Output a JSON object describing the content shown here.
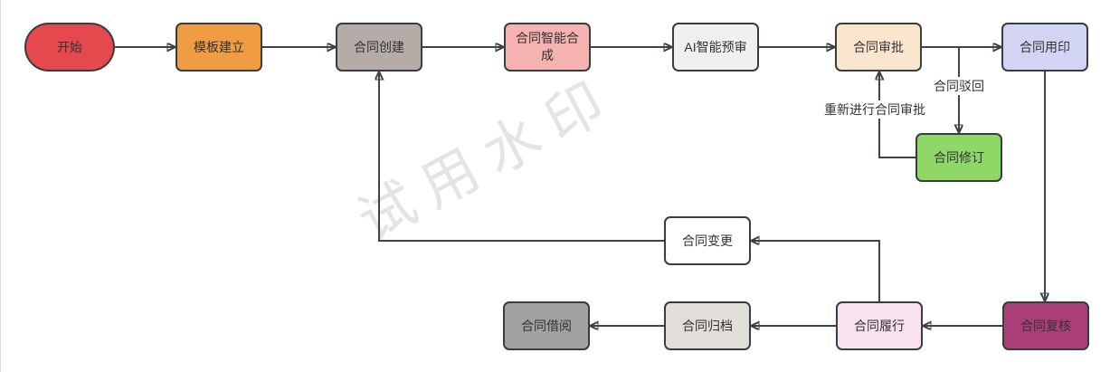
{
  "flow": {
    "watermark": {
      "text": "试用水印"
    },
    "colors": {
      "canvas_bg": "#ffffff",
      "node_border": "#383d42",
      "edge_line": "#3e4347",
      "node_text": "#333333",
      "edge_label_text": "#333333",
      "watermark_text": "#e4e4e4"
    },
    "nodes": {
      "start": {
        "label": "开始",
        "fill": "#e5494d"
      },
      "template_setup": {
        "label": "模板建立",
        "fill": "#ef9c42"
      },
      "contract_create": {
        "label": "合同创建",
        "fill": "#b6aca7"
      },
      "smart_compose": {
        "label": "合同智能合成",
        "fill": "#f5b2b0"
      },
      "ai_precheck": {
        "label": "AI智能预审",
        "fill": "#f0f0ef"
      },
      "approval": {
        "label": "合同审批",
        "fill": "#fae6cf"
      },
      "sealing": {
        "label": "合同用印",
        "fill": "#d1d4f3"
      },
      "revision": {
        "label": "合同修订",
        "fill": "#8fd867"
      },
      "change": {
        "label": "合同变更",
        "fill": "#ffffff"
      },
      "borrowing": {
        "label": "合同借阅",
        "fill": "#a2a2a2"
      },
      "archiving": {
        "label": "合同归档",
        "fill": "#e1ddd8"
      },
      "performance": {
        "label": "合同履行",
        "fill": "#f9e2f0"
      },
      "recheck": {
        "label": "合同复核",
        "fill": "#a93f76"
      }
    },
    "edge_labels": {
      "reject": "合同驳回",
      "reapprove": "重新进行合同审批"
    }
  }
}
